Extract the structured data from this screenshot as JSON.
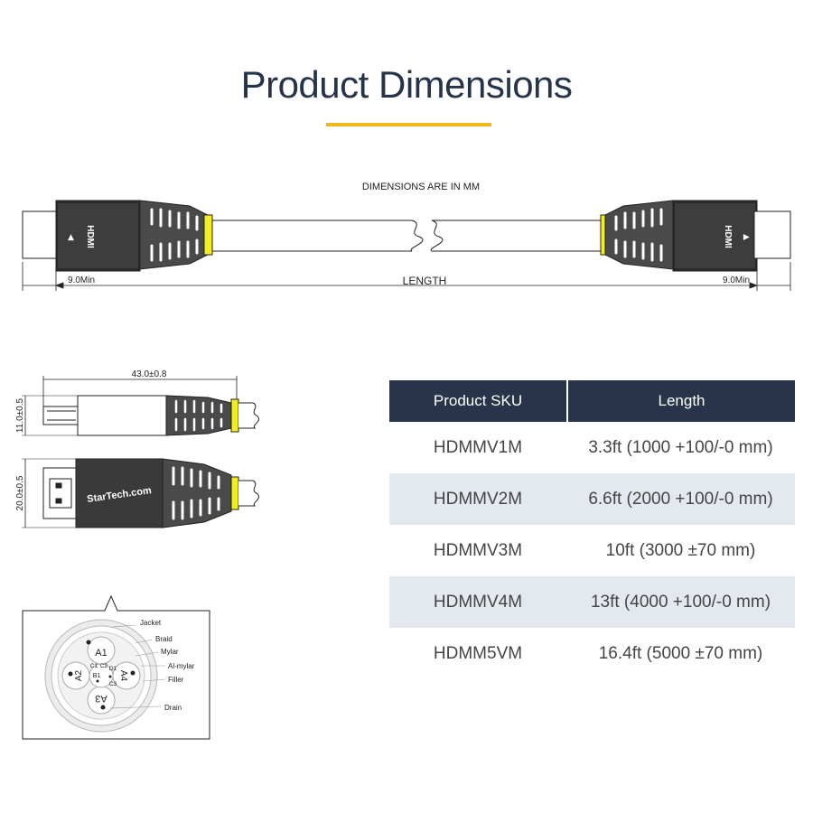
{
  "header": {
    "title": "Product Dimensions"
  },
  "cable_diagram": {
    "note": "DIMENSIONS ARE IN MM",
    "left_min": "9.0Min",
    "right_min": "9.0Min",
    "length_label": "LENGTH",
    "connector_logo": "HDMI",
    "arrow_symbol": "▲"
  },
  "connector_drawing": {
    "length_dim": "43.0±0.8",
    "height_side": "11.0±0.5",
    "height_top": "20.0±0.5",
    "brand": "StarTech.com"
  },
  "cross_section": {
    "labels": [
      "Jacket",
      "Braid",
      "Mylar",
      "Al-mylar",
      "Filler",
      "Drain"
    ],
    "pairs": [
      "A1",
      "A2",
      "A3",
      "A4"
    ],
    "core": [
      "C1",
      "C2",
      "D1",
      "B1",
      "C3"
    ]
  },
  "table": {
    "headers": [
      "Product SKU",
      "Length"
    ],
    "rows": [
      {
        "sku": "HDMMV1M",
        "length": "3.3ft (1000 +100/-0 mm)"
      },
      {
        "sku": "HDMMV2M",
        "length": "6.6ft (2000 +100/-0 mm)"
      },
      {
        "sku": "HDMMV3M",
        "length": "10ft (3000 ±70 mm)"
      },
      {
        "sku": "HDMMV4M",
        "length": "13ft (4000 +100/-0 mm)"
      },
      {
        "sku": "HDMM5VM",
        "length": "16.4ft (5000 ±70 mm)"
      }
    ]
  },
  "colors": {
    "navy": "#27344a",
    "accent": "#f3b91c",
    "strain_yellow": "#f2ef1a",
    "row_alt": "#e4e9f0"
  }
}
